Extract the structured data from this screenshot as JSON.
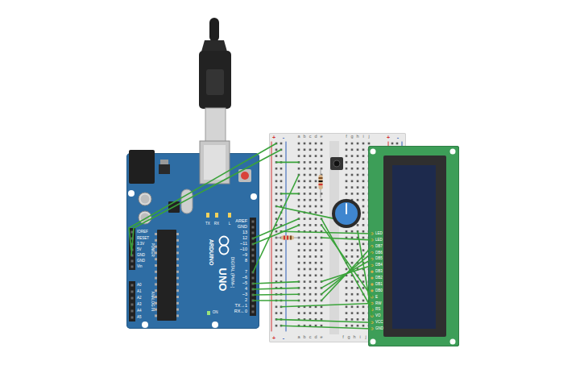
{
  "diagram": {
    "nodes": [
      {
        "text": [
          "AREF",
          "GND",
          "13",
          "12",
          "~11",
          "~10",
          "~9",
          "8",
          "7",
          "~6",
          "~5",
          "4",
          "~3",
          "2",
          "TX→1",
          "RX←0",
          "DIGITAL (PWM~)",
          "ARDUINO",
          "UNO",
          "TX",
          "RX",
          "L",
          "ON",
          "IOREF",
          "RESET",
          "3.3V",
          "5V",
          "GND",
          "GND",
          "Vin",
          "POWER",
          "A0",
          "A1",
          "A2",
          "A3",
          "A4",
          "A5",
          "ANALOG IN"
        ]
      },
      {
        "text": [
          "+",
          "-",
          "a",
          "b",
          "c",
          "d",
          "e",
          "f",
          "g",
          "h",
          "i",
          "j",
          "+",
          "-",
          "+",
          "-",
          "a",
          "b",
          "c",
          "d",
          "e",
          "f",
          "g",
          "h",
          "i",
          "j"
        ]
      },
      {
        "text": [
          "LED",
          "LED",
          "DB7",
          "DB6",
          "DB5",
          "DB4",
          "DB3",
          "DB2",
          "DB1",
          "DB0",
          "E",
          "RW",
          "RS",
          "VO",
          "VCC",
          "GND"
        ]
      }
    ],
    "edges": [
      {
        "from": 0,
        "to": 1,
        "arrow": "none"
      },
      {
        "from": 0,
        "to": 1,
        "arrow": "none"
      },
      {
        "from": 0,
        "to": 1,
        "arrow": "none"
      },
      {
        "from": 0,
        "to": 1,
        "arrow": "none"
      },
      {
        "from": 0,
        "to": 1,
        "arrow": "none"
      },
      {
        "from": 0,
        "to": 1,
        "arrow": "none"
      },
      {
        "from": 0,
        "to": 1,
        "arrow": "none"
      },
      {
        "from": 0,
        "to": 1,
        "arrow": "none"
      },
      {
        "from": 0,
        "to": 1,
        "arrow": "none"
      },
      {
        "from": 1,
        "to": 2,
        "arrow": "none"
      },
      {
        "from": 1,
        "to": 2,
        "arrow": "none"
      },
      {
        "from": 1,
        "to": 2,
        "arrow": "none"
      },
      {
        "from": 1,
        "to": 2,
        "arrow": "none"
      },
      {
        "from": 1,
        "to": 2,
        "arrow": "none"
      },
      {
        "from": 1,
        "to": 2,
        "arrow": "none"
      },
      {
        "from": 1,
        "to": 2,
        "arrow": "none"
      },
      {
        "from": 1,
        "to": 2,
        "arrow": "none"
      },
      {
        "from": 1,
        "to": 2,
        "arrow": "none"
      },
      {
        "from": 1,
        "to": 2,
        "arrow": "none"
      },
      {
        "from": 1,
        "to": 2,
        "arrow": "none"
      },
      {
        "from": 1,
        "to": 2,
        "arrow": "none"
      }
    ]
  }
}
